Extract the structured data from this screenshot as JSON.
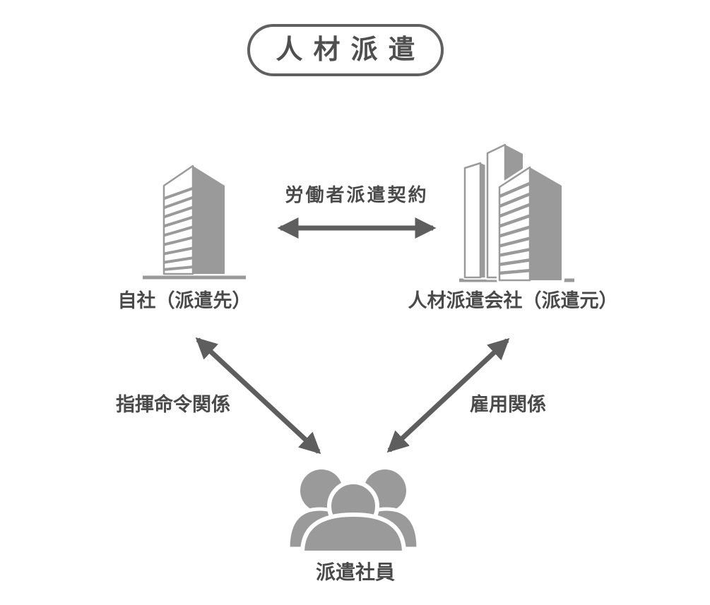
{
  "diagram": {
    "title": "人材派遣",
    "nodes": {
      "client_company": "自社（派遣先）",
      "staffing_company": "人材派遣会社（派遣元）",
      "dispatched_worker": "派遣社員"
    },
    "relations": {
      "dispatch_contract": "労働者派遣契約",
      "command_order": "指揮命令関係",
      "employment": "雇用関係"
    },
    "icons": {
      "client_company": "office-building-icon",
      "staffing_company": "office-towers-icon",
      "dispatched_worker": "people-group-icon"
    },
    "colors": {
      "background": "#ffffff",
      "text": "#4a4a4a",
      "arrow": "#5e5e5e",
      "shape_fill": "#9a9a9a",
      "pill_border": "#606060"
    }
  }
}
